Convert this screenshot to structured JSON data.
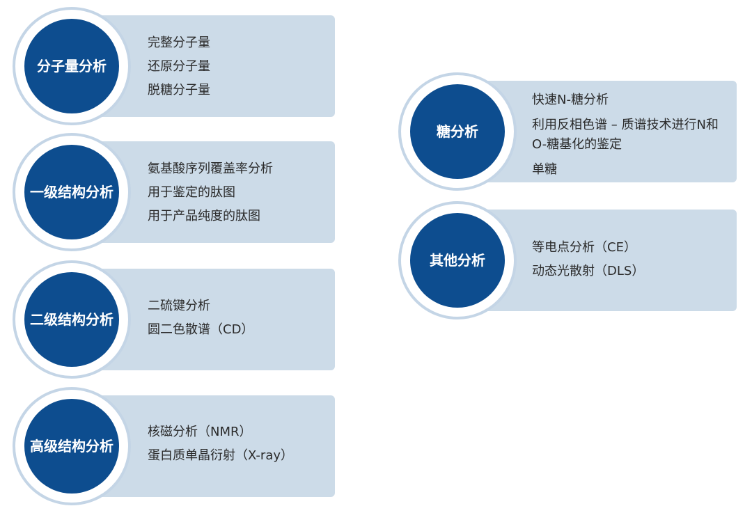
{
  "colors": {
    "circle_fill": "#0d4d8f",
    "ring_border": "#c4d5e6",
    "card_fill": "#ccdbe8",
    "label_text": "#ffffff",
    "item_text": "#2a2a2a"
  },
  "groups": [
    {
      "title": "分子量分析",
      "items": [
        "完整分子量",
        "还原分子量",
        "脱糖分子量"
      ]
    },
    {
      "title": "一级结构分析",
      "items": [
        "氨基酸序列覆盖率分析",
        "用于鉴定的肽图",
        "用于产品纯度的肽图"
      ]
    },
    {
      "title": "二级结构分析",
      "items": [
        "二硫键分析",
        "圆二色散谱（CD）"
      ]
    },
    {
      "title": "高级结构分析",
      "items": [
        "核磁分析（NMR）",
        "蛋白质单晶衍射（X-ray）"
      ]
    },
    {
      "title": "糖分析",
      "items": [
        "快速N-糖分析",
        "利用反相色谱 – 质谱技术进行N和O-糖基化的鉴定",
        "单糖"
      ]
    },
    {
      "title": "其他分析",
      "items": [
        "等电点分析（CE）",
        "动态光散射（DLS）"
      ]
    }
  ]
}
